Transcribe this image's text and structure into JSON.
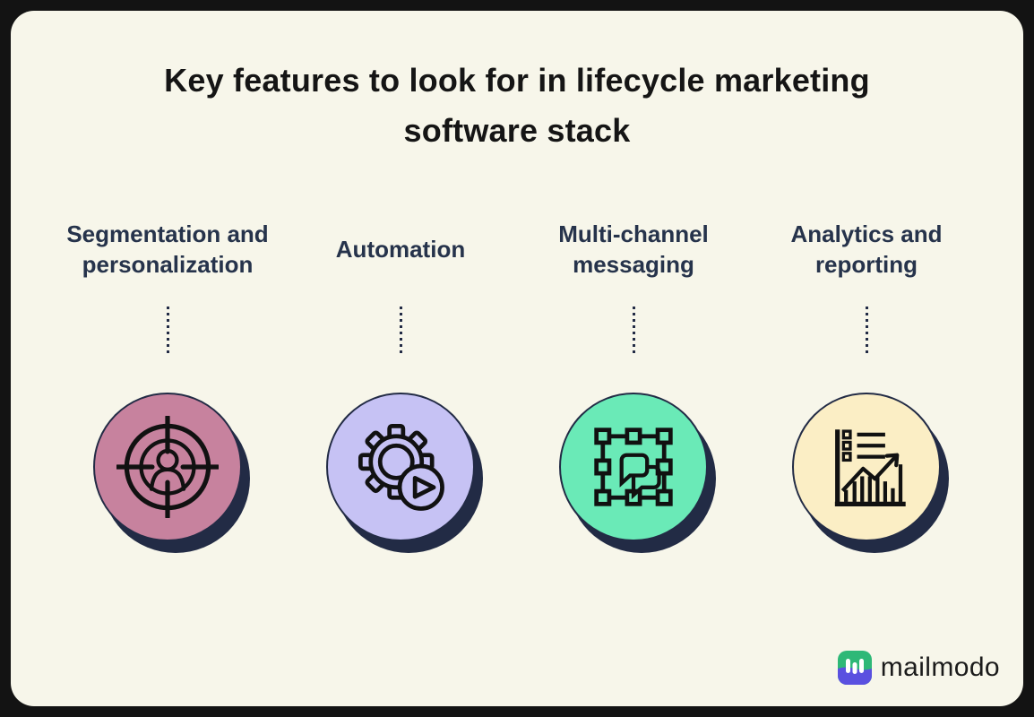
{
  "title": {
    "text": "Key features to look for in lifecycle marketing software stack"
  },
  "features": [
    {
      "label": "Segmentation and personalization",
      "icon": "target-user-icon",
      "color": "#c7829e"
    },
    {
      "label": "Automation",
      "icon": "gear-play-icon",
      "color": "#c6c2f4"
    },
    {
      "label": "Multi-channel messaging",
      "icon": "selection-chat-icon",
      "color": "#6aeab7"
    },
    {
      "label": "Analytics and reporting",
      "icon": "analytics-chart-icon",
      "color": "#fbeec5"
    }
  ],
  "brand": {
    "name": "mailmodo",
    "logo_icon": "mailmodo-logo-icon"
  },
  "colors": {
    "frame": "#131313",
    "card-bg": "#f7f6ea",
    "title-ink": "#151515",
    "label-ink": "#26334b",
    "navy": "#222b45",
    "icon-ink": "#111111",
    "brand-green": "#2eb877",
    "brand-purple": "#5a50e0",
    "wordmark-ink": "#1b1b1b"
  }
}
